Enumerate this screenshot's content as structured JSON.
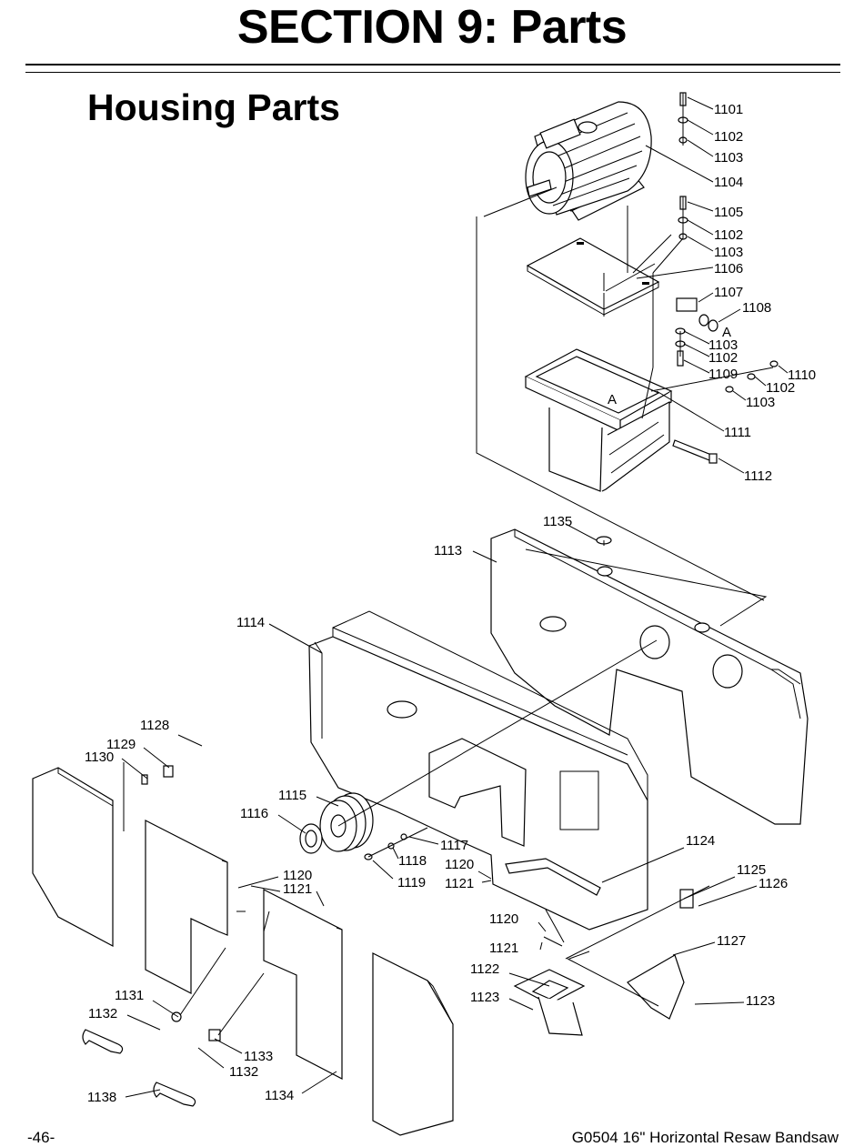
{
  "page": {
    "section_title": "SECTION 9: Parts",
    "subtitle": "Housing Parts",
    "page_number": "-46-",
    "footer_model": "G0504 16\" Horizontal Resaw Bandsaw"
  },
  "callouts": {
    "c1101": "1101",
    "c1102a": "1102",
    "c1103a": "1103",
    "c1104": "1104",
    "c1105": "1105",
    "c1102b": "1102",
    "c1103b": "1103",
    "c1106": "1106",
    "c1107": "1107",
    "c1108": "1108",
    "cA1": "A",
    "c1103c": "1103",
    "c1102c": "1102",
    "c1109": "1109",
    "c1110": "1110",
    "c1102d": "1102",
    "c1103d": "1103",
    "cA2": "A",
    "c1111": "1111",
    "c1112": "1112",
    "c1135": "1135",
    "c1113": "1113",
    "c1114": "1114",
    "c1128": "1128",
    "c1129": "1129",
    "c1130": "1130",
    "c1115": "1115",
    "c1116": "1116",
    "c1117": "1117",
    "c1118": "1118",
    "c1119": "1119",
    "c1120a": "1120",
    "c1121a": "1121",
    "c1120b": "1120",
    "c1121b": "1121",
    "c1124": "1124",
    "c1125": "1125",
    "c1126": "1126",
    "c1120c": "1120",
    "c1121c": "1121",
    "c1127": "1127",
    "c1122": "1122",
    "c1123a": "1123",
    "c1123b": "1123",
    "c1131": "1131",
    "c1132a": "1132",
    "c1133": "1133",
    "c1132b": "1132",
    "c1134": "1134",
    "c1138": "1138"
  }
}
